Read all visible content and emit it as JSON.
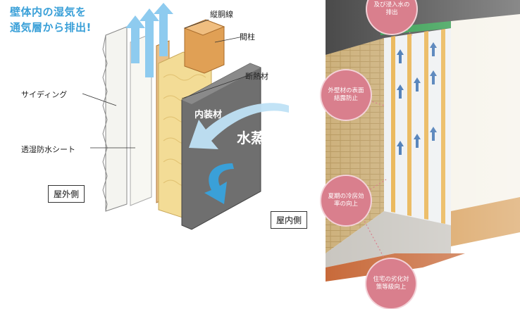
{
  "headline": {
    "line1": "壁体内の湿気を",
    "line2": "通気層から排出!"
  },
  "labels": {
    "siding": "サイディング",
    "sheet": "透湿防水シート",
    "furring": "縦胴線",
    "stud": "間柱",
    "insulation": "断熱材",
    "interior": "内装材",
    "vapor": "水蒸気"
  },
  "sides": {
    "outdoor": "屋外側",
    "indoor": "屋内側"
  },
  "bubbles": [
    "及び浸入水の排出",
    "外壁材の表面結露防止",
    "夏期の冷房効率の向上",
    "住宅の劣化対策等級向上"
  ],
  "colors": {
    "accent": "#3aa0d8",
    "bubble": "#d97f8d",
    "timber": "#e0a055",
    "insulation": "#f3dc96"
  }
}
